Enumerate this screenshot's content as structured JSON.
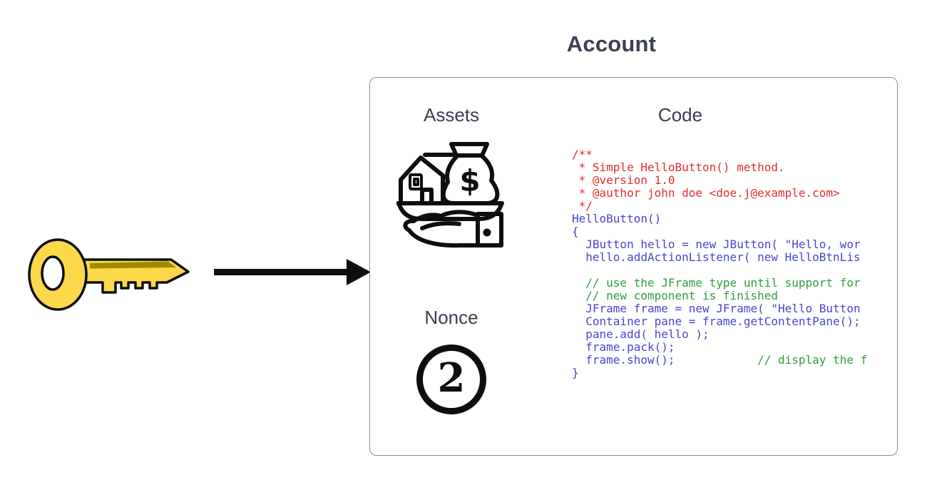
{
  "title": "Account",
  "key": {
    "icon": "key-icon",
    "meaning": "private key"
  },
  "arrow": {
    "icon": "arrow-right-icon"
  },
  "account_box": {
    "assets_label": "Assets",
    "assets_icon": "hand-holding-assets-icon",
    "code_label": "Code",
    "nonce_label": "Nonce",
    "nonce_value": "2",
    "code": {
      "lines": [
        {
          "segments": [
            {
              "t": "/**",
              "c": "red"
            }
          ]
        },
        {
          "segments": [
            {
              "t": " * Simple HelloButton() method.",
              "c": "red"
            }
          ]
        },
        {
          "segments": [
            {
              "t": " * @version 1.0",
              "c": "red"
            }
          ]
        },
        {
          "segments": [
            {
              "t": " * @author john doe <doe.j@example.com>",
              "c": "red"
            }
          ]
        },
        {
          "segments": [
            {
              "t": " */",
              "c": "red"
            }
          ]
        },
        {
          "segments": [
            {
              "t": "HelloButton()",
              "c": "blue"
            }
          ]
        },
        {
          "segments": [
            {
              "t": "{",
              "c": "blue"
            }
          ]
        },
        {
          "segments": [
            {
              "t": "  JButton hello = new JButton( \"Hello, wor",
              "c": "blue"
            }
          ]
        },
        {
          "segments": [
            {
              "t": "  hello.addActionListener( new HelloBtnLis",
              "c": "blue"
            }
          ]
        },
        {
          "segments": []
        },
        {
          "segments": [
            {
              "t": "  // use the JFrame type until support for",
              "c": "green"
            }
          ]
        },
        {
          "segments": [
            {
              "t": "  // new component is finished",
              "c": "green"
            }
          ]
        },
        {
          "segments": [
            {
              "t": "  JFrame frame = new JFrame( \"Hello Button",
              "c": "blue"
            }
          ]
        },
        {
          "segments": [
            {
              "t": "  Container pane = frame.getContentPane();",
              "c": "blue"
            }
          ]
        },
        {
          "segments": [
            {
              "t": "  pane.add( hello );",
              "c": "blue"
            }
          ]
        },
        {
          "segments": [
            {
              "t": "  frame.pack();",
              "c": "blue"
            }
          ]
        },
        {
          "segments": [
            {
              "t": "  frame.show();",
              "c": "blue"
            },
            {
              "t": "            ",
              "c": "blue"
            },
            {
              "t": "// display the f",
              "c": "green"
            }
          ]
        },
        {
          "segments": [
            {
              "t": "}",
              "c": "blue"
            }
          ]
        }
      ]
    }
  },
  "colors": {
    "ink": "#0e0e0e",
    "label": "#3a4150",
    "border": "#888d96",
    "tok_red": "#e12d2d",
    "tok_blue": "#4646d2",
    "tok_green": "#2f9e3e",
    "key_fill": "#fcd84b",
    "key_shade": "#9f8b00"
  }
}
